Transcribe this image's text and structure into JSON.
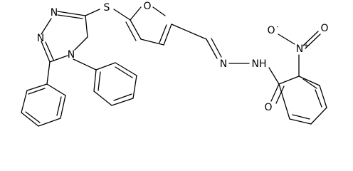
{
  "molecule": {
    "atoms": {
      "n_triazole_top": "N",
      "n_triazole_left": "N",
      "n_triazole_4": "N",
      "s_thioether": "S",
      "o_furan": "O",
      "n_imine": "N",
      "nh_hydrazide": "NH",
      "o_carbonyl": "O",
      "n_nitro": "N",
      "n_nitro_charge": "+",
      "o_nitro_minus": "O",
      "o_nitro_minus_charge": "-",
      "o_nitro_double": "O"
    }
  }
}
